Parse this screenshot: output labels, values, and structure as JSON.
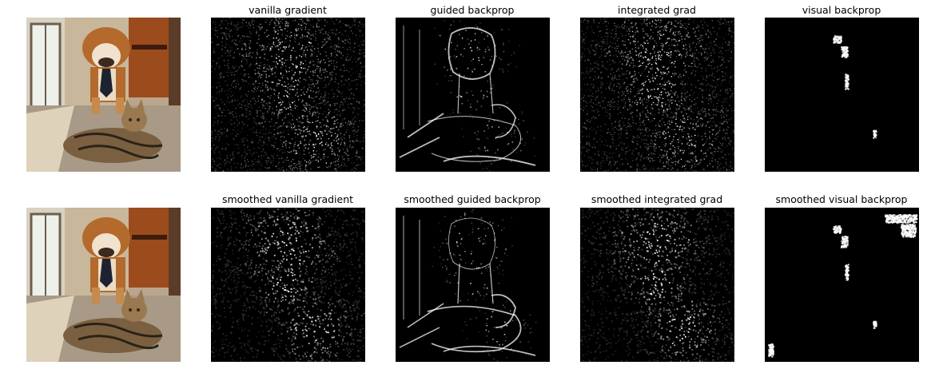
{
  "figure": {
    "rows": [
      {
        "titles": [
          "",
          "vanilla gradient",
          "guided backprop",
          "integrated grad",
          "visual backprop"
        ]
      },
      {
        "titles": [
          "",
          "smoothed vanilla gradient",
          "smoothed guided backprop",
          "smoothed integrated grad",
          "smoothed visual backprop"
        ]
      }
    ]
  },
  "colors": {
    "background": "#ffffff",
    "saliency_background": "#000000",
    "saliency_highlight": "#ffffff"
  }
}
